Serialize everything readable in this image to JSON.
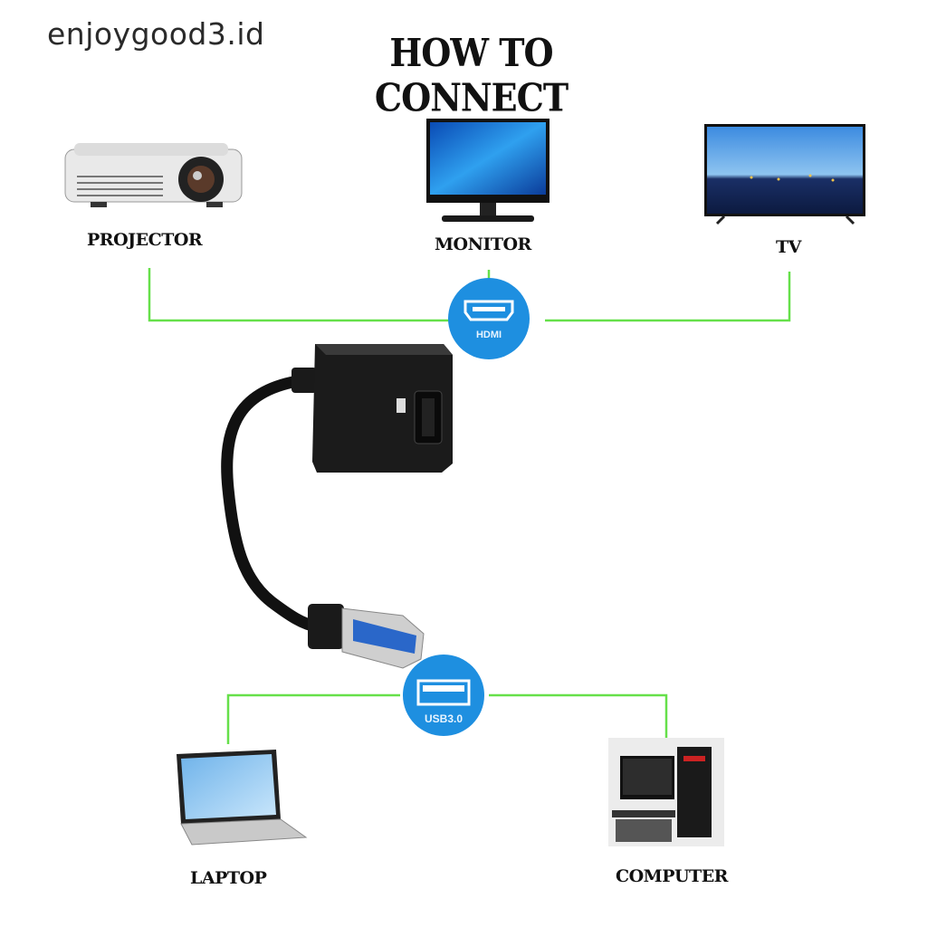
{
  "watermark": "enjoygood3.id",
  "title": "HOW TO CONNECT",
  "outputs": [
    {
      "label": "PROJECTOR",
      "icon": "projector-icon"
    },
    {
      "label": "MONITOR",
      "icon": "monitor-icon"
    },
    {
      "label": "TV",
      "icon": "tv-icon"
    }
  ],
  "inputs": [
    {
      "label": "LAPTOP",
      "icon": "laptop-icon"
    },
    {
      "label": "COMPUTER",
      "icon": "desktop-computer-icon"
    }
  ],
  "badges": {
    "hdmi": "HDMI",
    "usb": "USB3.0"
  },
  "colors": {
    "connector_line": "#66e04a",
    "badge": "#1e8fe0",
    "adapter": "#1b1b1b"
  }
}
